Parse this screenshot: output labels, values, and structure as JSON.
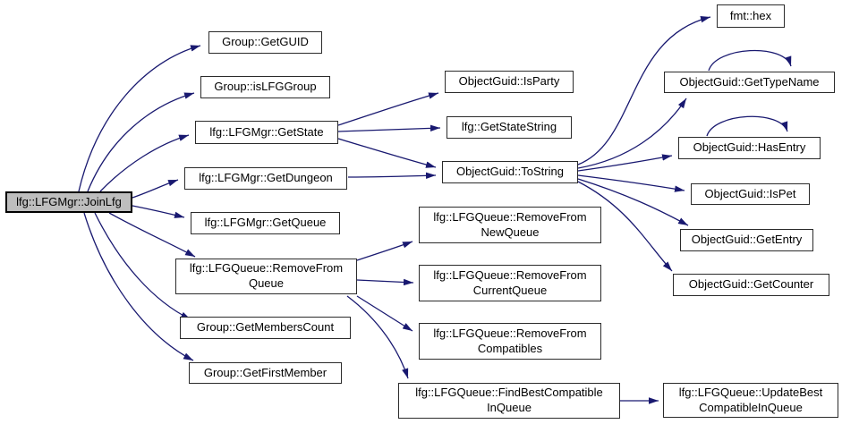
{
  "diagram": {
    "type": "call-graph",
    "root": "lfg::LFGMgr::JoinLfg"
  },
  "colors": {
    "edge": "#191970",
    "node_fill": "#ffffff",
    "node_border": "#2b2b2b",
    "root_fill": "#bebebe",
    "text": "#000000"
  },
  "nodes": {
    "join_lfg": {
      "label": "lfg::LFGMgr::JoinLfg"
    },
    "get_guid": {
      "label": "Group::GetGUID"
    },
    "is_lfg_group": {
      "label": "Group::isLFGGroup"
    },
    "get_state": {
      "label": "lfg::LFGMgr::GetState"
    },
    "get_dungeon": {
      "label": "lfg::LFGMgr::GetDungeon"
    },
    "get_queue": {
      "label": "lfg::LFGMgr::GetQueue"
    },
    "remove_from_queue": {
      "label": "lfg::LFGQueue::RemoveFrom\nQueue"
    },
    "get_members_count": {
      "label": "Group::GetMembersCount"
    },
    "get_first_member": {
      "label": "Group::GetFirstMember"
    },
    "is_party": {
      "label": "ObjectGuid::IsParty"
    },
    "get_state_string": {
      "label": "lfg::GetStateString"
    },
    "to_string": {
      "label": "ObjectGuid::ToString"
    },
    "remove_from_new_queue": {
      "label": "lfg::LFGQueue::RemoveFrom\nNewQueue"
    },
    "remove_from_current_queue": {
      "label": "lfg::LFGQueue::RemoveFrom\nCurrentQueue"
    },
    "remove_from_compatibles": {
      "label": "lfg::LFGQueue::RemoveFrom\nCompatibles"
    },
    "find_best_compatible_in_queue": {
      "label": "lfg::LFGQueue::FindBestCompatible\nInQueue"
    },
    "fmt_hex": {
      "label": "fmt::hex"
    },
    "get_type_name": {
      "label": "ObjectGuid::GetTypeName"
    },
    "has_entry": {
      "label": "ObjectGuid::HasEntry"
    },
    "is_pet": {
      "label": "ObjectGuid::IsPet"
    },
    "get_entry": {
      "label": "ObjectGuid::GetEntry"
    },
    "get_counter": {
      "label": "ObjectGuid::GetCounter"
    },
    "update_best_compatible_in_queue": {
      "label": "lfg::LFGQueue::UpdateBest\nCompatibleInQueue"
    }
  },
  "edges": [
    {
      "from": "join_lfg",
      "to": "get_guid"
    },
    {
      "from": "join_lfg",
      "to": "is_lfg_group"
    },
    {
      "from": "join_lfg",
      "to": "get_state"
    },
    {
      "from": "join_lfg",
      "to": "get_dungeon"
    },
    {
      "from": "join_lfg",
      "to": "get_queue"
    },
    {
      "from": "join_lfg",
      "to": "remove_from_queue"
    },
    {
      "from": "join_lfg",
      "to": "get_members_count"
    },
    {
      "from": "join_lfg",
      "to": "get_first_member"
    },
    {
      "from": "get_state",
      "to": "is_party"
    },
    {
      "from": "get_state",
      "to": "get_state_string"
    },
    {
      "from": "get_state",
      "to": "to_string"
    },
    {
      "from": "get_dungeon",
      "to": "to_string"
    },
    {
      "from": "to_string",
      "to": "fmt_hex"
    },
    {
      "from": "to_string",
      "to": "get_type_name"
    },
    {
      "from": "to_string",
      "to": "has_entry"
    },
    {
      "from": "to_string",
      "to": "is_pet"
    },
    {
      "from": "to_string",
      "to": "get_entry"
    },
    {
      "from": "to_string",
      "to": "get_counter"
    },
    {
      "from": "get_type_name",
      "to": "get_type_name"
    },
    {
      "from": "has_entry",
      "to": "has_entry"
    },
    {
      "from": "remove_from_queue",
      "to": "remove_from_new_queue"
    },
    {
      "from": "remove_from_queue",
      "to": "remove_from_current_queue"
    },
    {
      "from": "remove_from_queue",
      "to": "remove_from_compatibles"
    },
    {
      "from": "remove_from_queue",
      "to": "find_best_compatible_in_queue"
    },
    {
      "from": "find_best_compatible_in_queue",
      "to": "update_best_compatible_in_queue"
    }
  ]
}
